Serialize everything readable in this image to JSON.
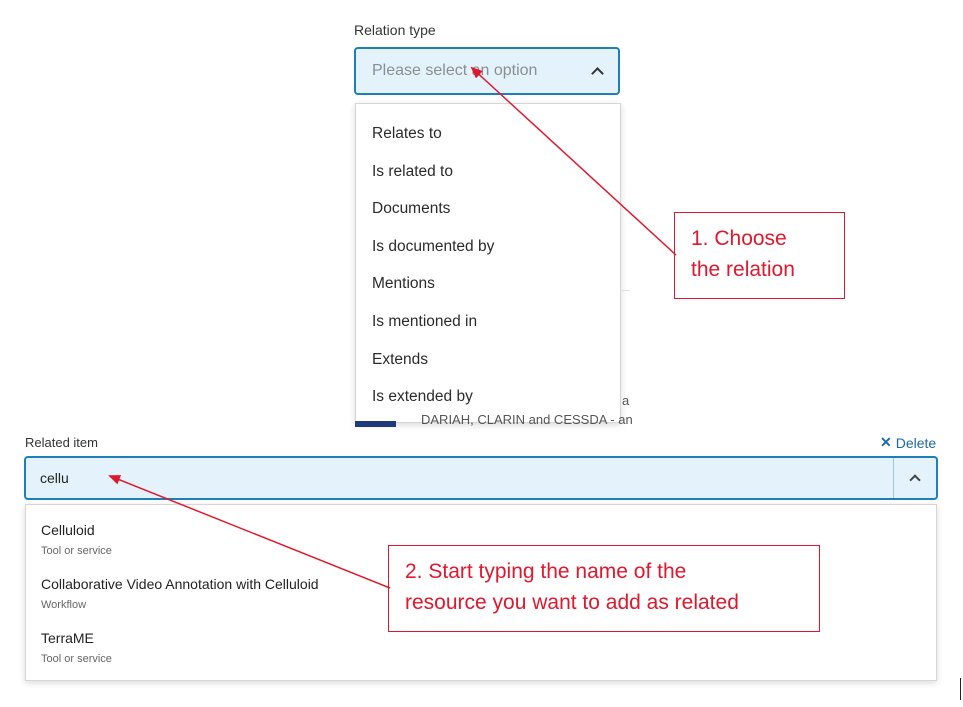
{
  "relation": {
    "label": "Relation type",
    "placeholder": "Please select an option",
    "options": [
      "Relates to",
      "Is related to",
      "Documents",
      "Is documented by",
      "Mentions",
      "Is mentioned in",
      "Extends",
      "Is extended by"
    ]
  },
  "background": {
    "text_partial": "DARIAH, CLARIN and CESSDA - and th",
    "text_edge": "a"
  },
  "related": {
    "label": "Related item",
    "delete_label": "Delete",
    "input_value": "cellu",
    "suggestions": [
      {
        "name": "Celluloid",
        "type": "Tool or service"
      },
      {
        "name": "Collaborative Video Annotation with Celluloid",
        "type": "Workflow"
      },
      {
        "name": "TerraME",
        "type": "Tool or service"
      }
    ]
  },
  "annotations": {
    "step1_line1": "1. Choose",
    "step1_line2": "the relation",
    "step2_line1": "2. Start typing the name of the",
    "step2_line2": "resource you want to add as related"
  },
  "colors": {
    "accent": "#1e7fb8",
    "field_bg": "#e4f2fb",
    "annotation": "#e0182d",
    "link": "#1e6aa6"
  },
  "icons": {
    "relation_toggle": "chevron-up-icon",
    "related_toggle": "chevron-up-icon",
    "delete": "close-icon"
  }
}
